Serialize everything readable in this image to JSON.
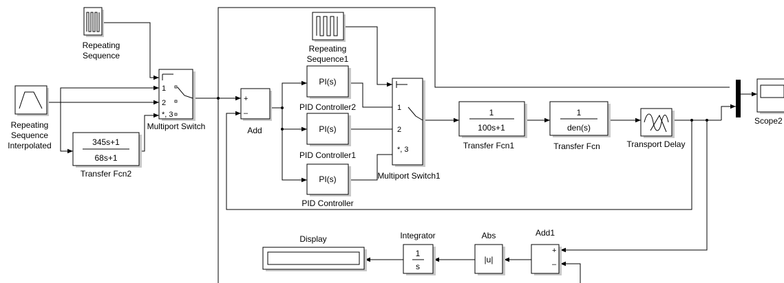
{
  "blocks": {
    "repeating_sequence": {
      "label": "Repeating\nSequence"
    },
    "repeating_sequence1": {
      "label": "Repeating\nSequence1"
    },
    "repeating_sequence_interpolated": {
      "label": "Repeating\nSequence\nInterpolated"
    },
    "transfer_fcn2": {
      "label": "Transfer Fcn2",
      "num": "345s+1",
      "den": "68s+1"
    },
    "multiport_switch": {
      "label": "Multiport Switch",
      "ports": [
        "1",
        "2",
        "*, 3"
      ]
    },
    "add": {
      "label": "Add",
      "signs": [
        "+",
        "–"
      ]
    },
    "pid_controller2": {
      "label": "PID Controller2",
      "text": "PI(s)"
    },
    "pid_controller1": {
      "label": "PID Controller1",
      "text": "PI(s)"
    },
    "pid_controller": {
      "label": "PID Controller",
      "text": "PI(s)"
    },
    "multiport_switch1": {
      "label": "Multiport Switch1",
      "ports": [
        "1",
        "2",
        "*, 3"
      ]
    },
    "transfer_fcn1": {
      "label": "Transfer Fcn1",
      "num": "1",
      "den": "100s+1"
    },
    "transfer_fcn": {
      "label": "Transfer Fcn",
      "num": "1",
      "den": "den(s)"
    },
    "transport_delay": {
      "label": "Transport Delay"
    },
    "scope": {
      "label": "Scope2"
    },
    "display": {
      "label": "Display"
    },
    "integrator": {
      "label": "Integrator",
      "num": "1",
      "den": "s"
    },
    "abs": {
      "label": "Abs",
      "text": "|u|"
    },
    "add1": {
      "label": "Add1",
      "signs": [
        "+",
        "–"
      ]
    }
  }
}
